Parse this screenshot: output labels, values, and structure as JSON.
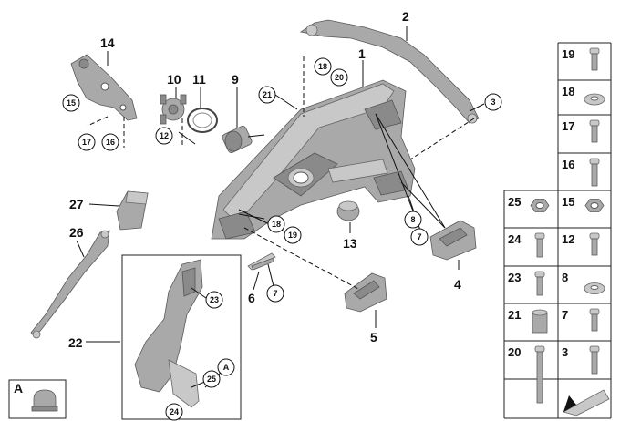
{
  "callouts": {
    "c1": "1",
    "c2": "2",
    "c3": "3",
    "c4": "4",
    "c5": "5",
    "c6": "6",
    "c7a": "7",
    "c7b": "7",
    "c8": "8",
    "c9": "9",
    "c10": "10",
    "c11": "11",
    "c12": "12",
    "c13": "13",
    "c14": "14",
    "c15": "15",
    "c16": "16",
    "c17": "17",
    "c18a": "18",
    "c18b": "18",
    "c19": "19",
    "c20": "20",
    "c21": "21",
    "c22": "22",
    "c23": "23",
    "c24": "24",
    "c25": "25",
    "c26": "26",
    "c27": "27",
    "cA": "A"
  },
  "legend_box": {
    "label": "A"
  },
  "parts_table": {
    "rows": [
      {
        "left": "",
        "right": "19"
      },
      {
        "left": "",
        "right": "18"
      },
      {
        "left": "",
        "right": "17"
      },
      {
        "left": "",
        "right": "16"
      },
      {
        "left": "25",
        "right": "15"
      },
      {
        "left": "24",
        "right": "12"
      },
      {
        "left": "23",
        "right": "8"
      },
      {
        "left": "21",
        "right": "7"
      },
      {
        "left": "20",
        "right": "3"
      }
    ]
  }
}
